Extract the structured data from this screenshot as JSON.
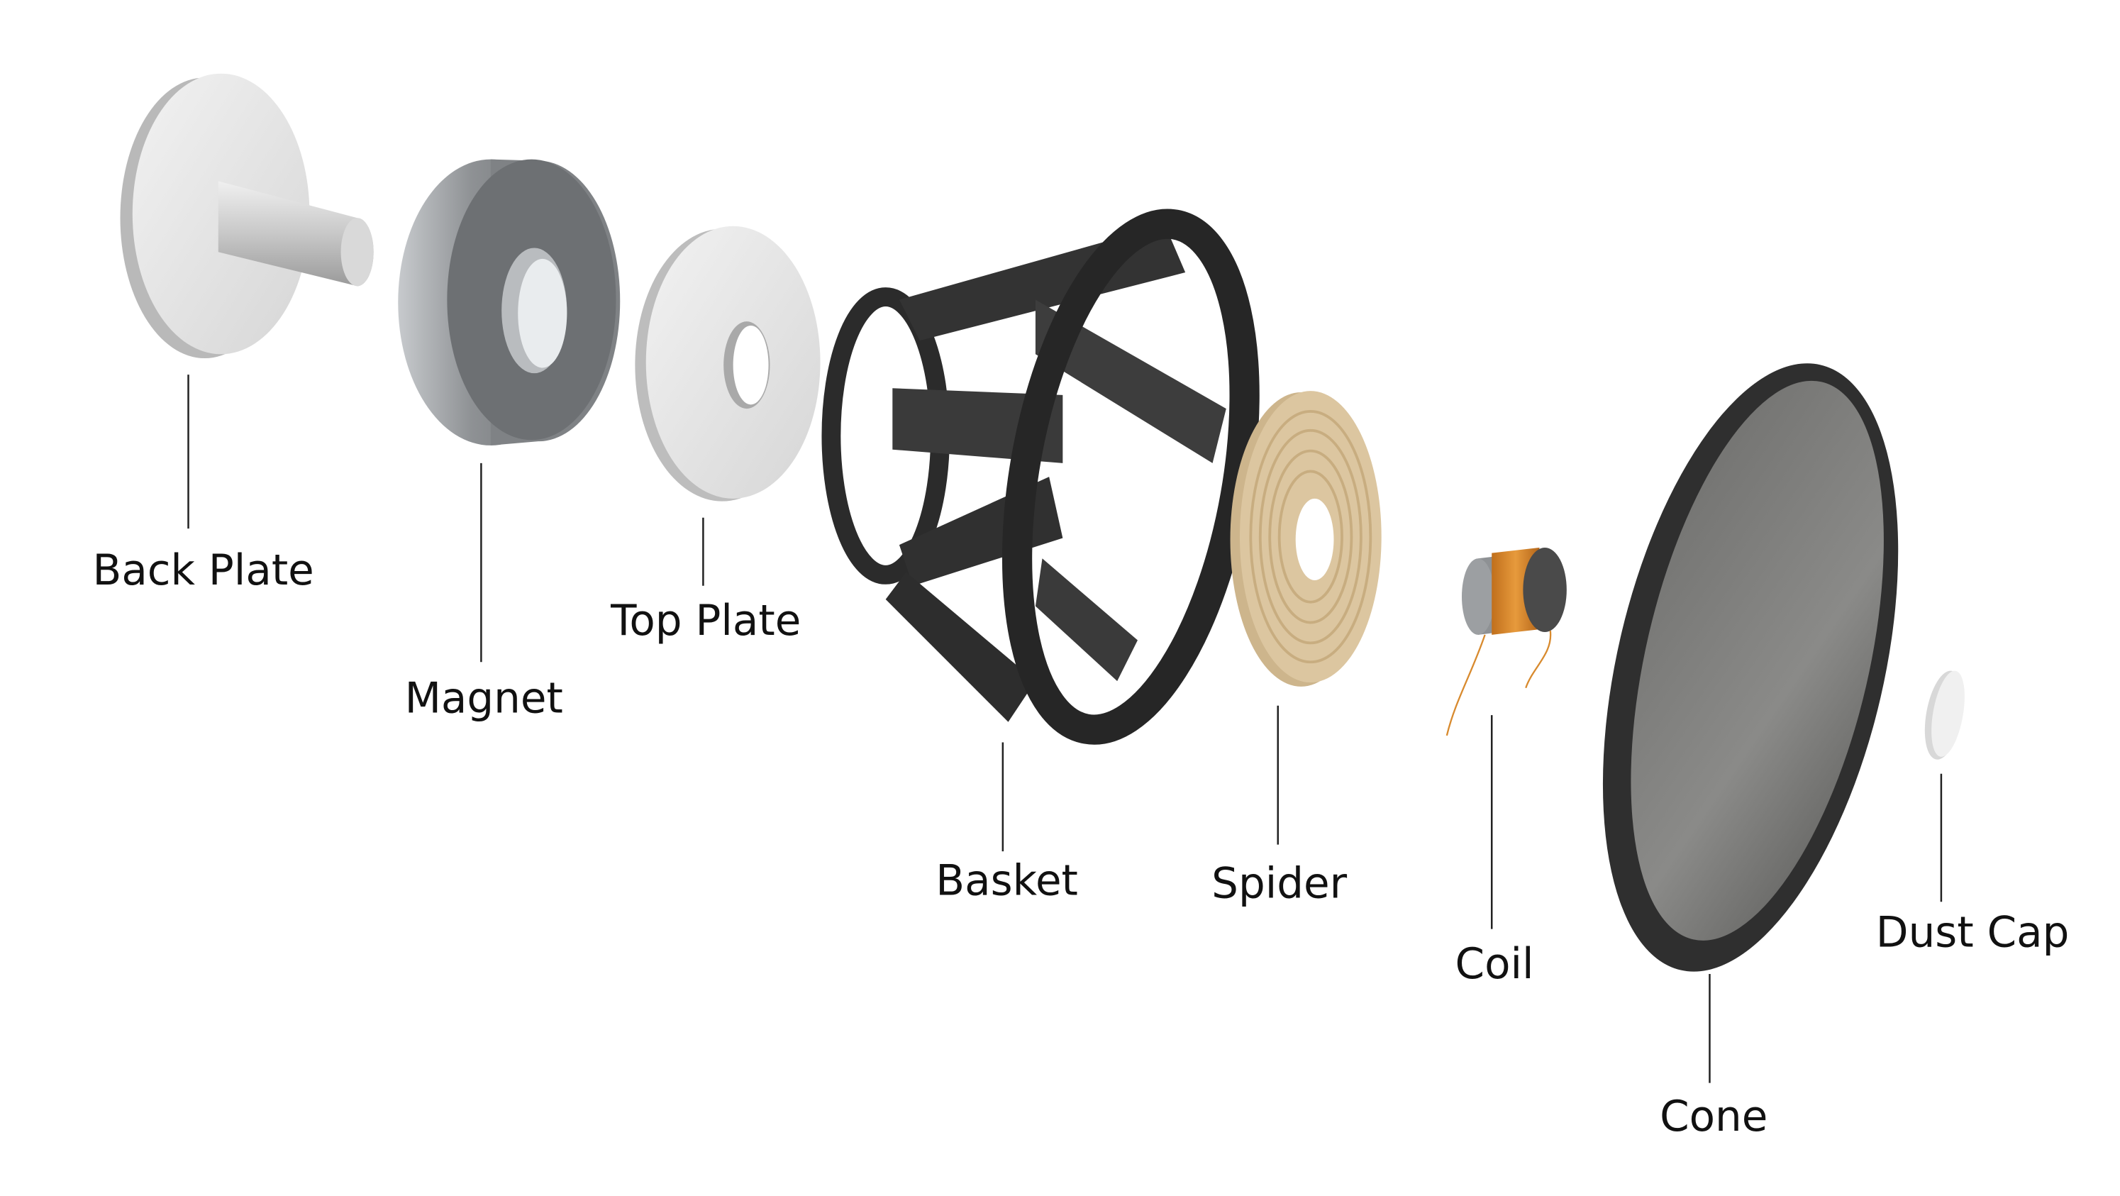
{
  "labels": {
    "back_plate": "Back Plate",
    "magnet": "Magnet",
    "top_plate": "Top Plate",
    "basket": "Basket",
    "spider": "Spider",
    "coil": "Coil",
    "cone": "Cone",
    "dust_cap": "Dust Cap"
  },
  "colors": {
    "background": "#ffffff",
    "steel_light": "#e6e6e6",
    "magnet": "#8c8f92",
    "basket": "#2b2b2b",
    "spider": "#d8c19a",
    "coil_wire": "#d88a2e",
    "cone_surround": "#333333",
    "cone_face": "#7a7a78",
    "dust_cap": "#eeeeee"
  }
}
